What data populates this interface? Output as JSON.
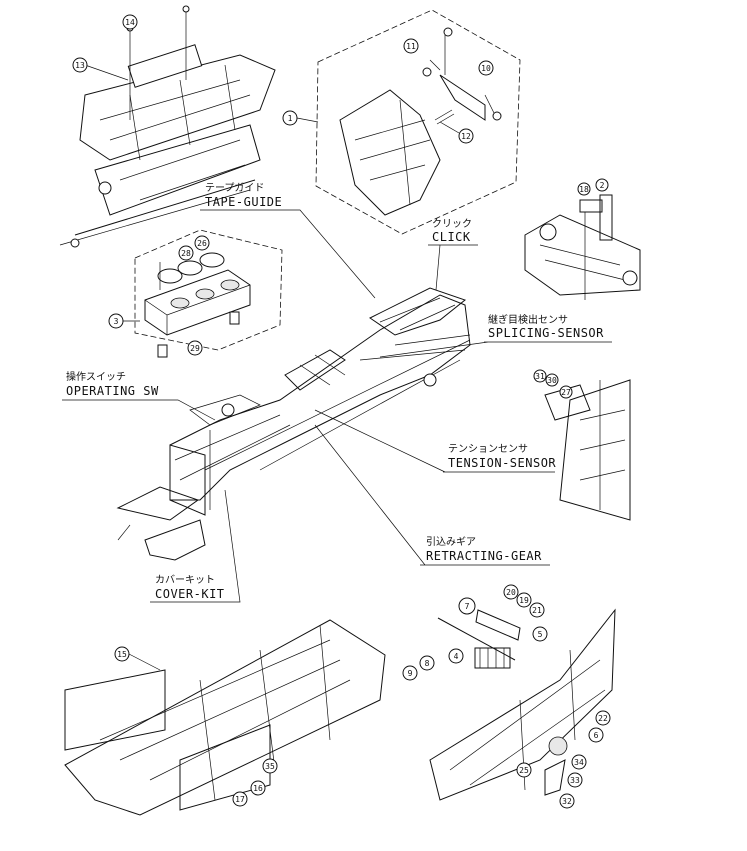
{
  "callouts": {
    "tape_guide": {
      "jp": "テープガイド",
      "en": "TAPE-GUIDE"
    },
    "click": {
      "jp": "クリック",
      "en": "CLICK"
    },
    "splicing_sensor": {
      "jp": "継ぎ目検出センサ",
      "en": "SPLICING-SENSOR"
    },
    "operating_sw": {
      "jp": "操作スイッチ",
      "en": "OPERATING SW"
    },
    "tension_sensor": {
      "jp": "テンションセンサ",
      "en": "TENSION-SENSOR"
    },
    "retracting_gear": {
      "jp": "引込みギア",
      "en": "RETRACTING-GEAR"
    },
    "cover_kit": {
      "jp": "カバーキット",
      "en": "COVER-KIT"
    }
  },
  "parts": {
    "p1": "1",
    "p2": "2",
    "p3": "3",
    "p4": "4",
    "p5": "5",
    "p6": "6",
    "p7": "7",
    "p8": "8",
    "p9": "9",
    "p10": "10",
    "p11": "11",
    "p12": "12",
    "p13": "13",
    "p14": "14",
    "p15": "15",
    "p16": "16",
    "p17": "17",
    "p18": "18",
    "p19": "19",
    "p20": "20",
    "p21": "21",
    "p22": "22",
    "p25": "25",
    "p26": "26",
    "p27": "27",
    "p28": "28",
    "p29": "29",
    "p30": "30",
    "p31": "31",
    "p32": "32",
    "p33": "33",
    "p34": "34",
    "p35": "35"
  }
}
